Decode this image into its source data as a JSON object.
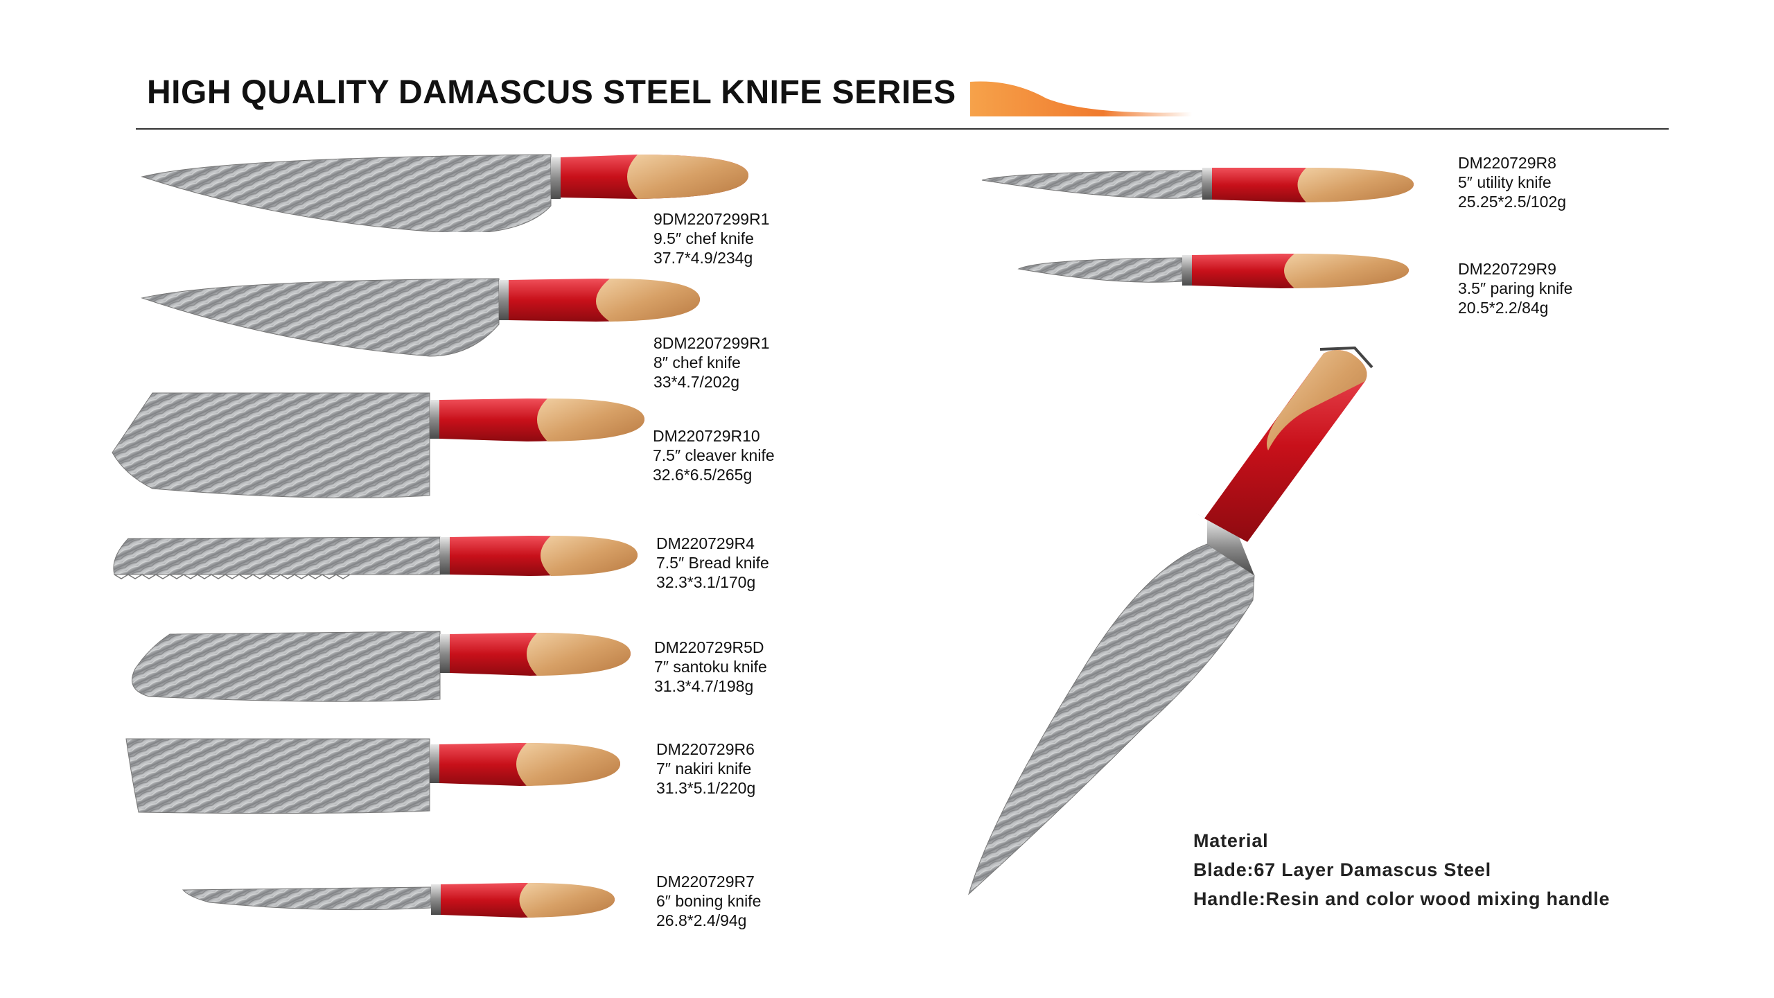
{
  "header": {
    "title": "HIGH QUALITY DAMASCUS STEEL KNIFE SERIES"
  },
  "colors": {
    "accent_orange": "#F08A30",
    "resin_red": "#D2141C",
    "wood": "#D9A46A",
    "steel": "#9A9C9E"
  },
  "knives": [
    {
      "model": "9DM2207299R1",
      "name": "9.5″ chef knife",
      "spec": "37.7*4.9/234g",
      "icon": "chef-knife-icon"
    },
    {
      "model": "8DM2207299R1",
      "name": "8″ chef knife",
      "spec": "33*4.7/202g",
      "icon": "chef-knife-icon"
    },
    {
      "model": "DM220729R10",
      "name": "7.5″ cleaver knife",
      "spec": "32.6*6.5/265g",
      "icon": "cleaver-icon"
    },
    {
      "model": "DM220729R4",
      "name": "7.5″ Bread knife",
      "spec": "32.3*3.1/170g",
      "icon": "bread-knife-icon"
    },
    {
      "model": "DM220729R5D",
      "name": "7″ santoku knife",
      "spec": "31.3*4.7/198g",
      "icon": "santoku-knife-icon"
    },
    {
      "model": "DM220729R6",
      "name": "7″ nakiri knife",
      "spec": "31.3*5.1/220g",
      "icon": "nakiri-knife-icon"
    },
    {
      "model": "DM220729R7",
      "name": "6″ boning knife",
      "spec": "26.8*2.4/94g",
      "icon": "boning-knife-icon"
    },
    {
      "model": "DM220729R8",
      "name": "5″ utility knife",
      "spec": "25.25*2.5/102g",
      "icon": "utility-knife-icon"
    },
    {
      "model": "DM220729R9",
      "name": "3.5″ paring knife",
      "spec": "20.5*2.2/84g",
      "icon": "paring-knife-icon"
    }
  ],
  "material": {
    "heading": "Material",
    "blade": "Blade:67 Layer Damascus Steel",
    "handle": "Handle:Resin and  color wood mixing handle"
  }
}
